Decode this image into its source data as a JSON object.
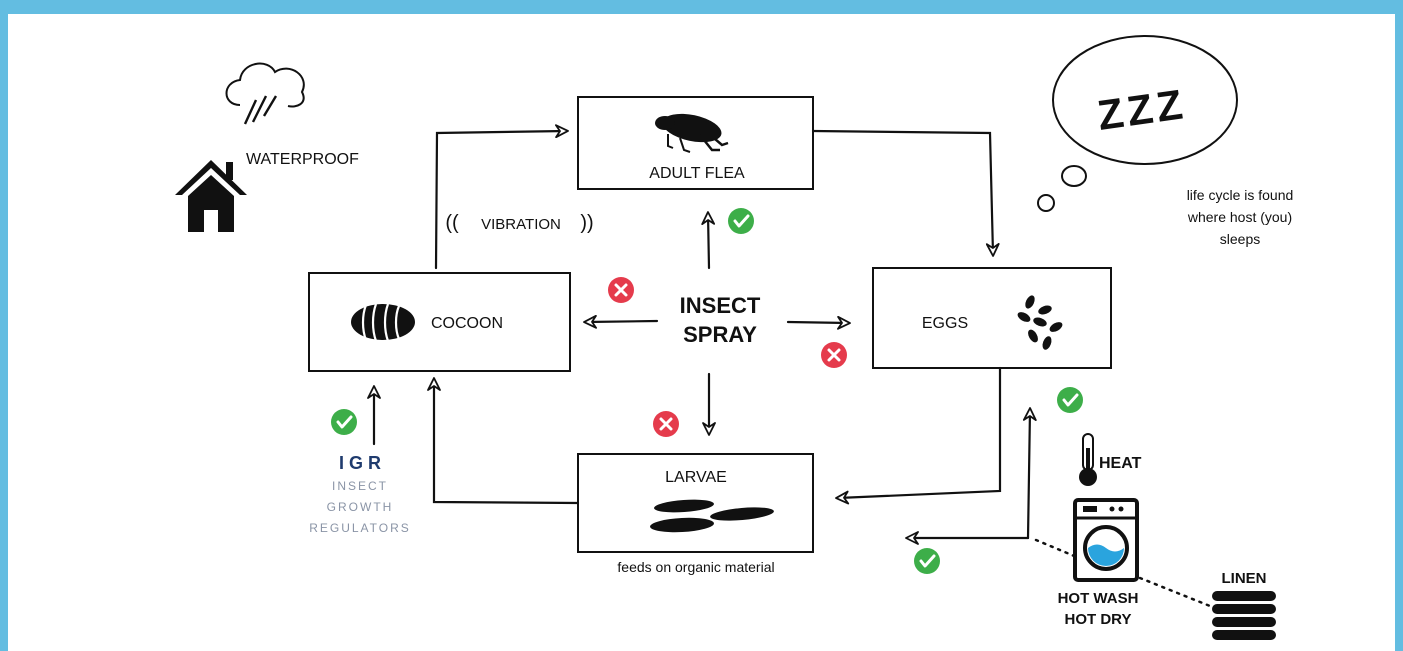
{
  "colors": {
    "frame": "#63bde1",
    "ink": "#111111",
    "check": "#3dae49",
    "cross": "#e53b4c",
    "igr_blue": "#1f3b6e",
    "igr_grey": "#8a94a6",
    "water_blue": "#2aa4de"
  },
  "stages": {
    "adult": "ADULT FLEA",
    "eggs": "EGGS",
    "larvae": "LARVAE",
    "cocoon": "COCOON"
  },
  "center": {
    "line1": "INSECT",
    "line2": "SPRAY"
  },
  "labels": {
    "waterproof": "WATERPROOF",
    "vibration": "VIBRATION",
    "vibration_left": "((",
    "vibration_right": "))",
    "larvae_note": "feeds on organic material",
    "sleep_text": "ZZZ",
    "sleep_line1": "life cycle is found",
    "sleep_line2": "where host (you)",
    "sleep_line3": "sleeps",
    "igr_title": "I G R",
    "igr_line1": "INSECT",
    "igr_line2": "GROWTH",
    "igr_line3": "REGULATORS",
    "heat": "HEAT",
    "hotwash_line1": "HOT WASH",
    "hotwash_line2": "HOT DRY",
    "linen": "LINEN"
  },
  "icons": {
    "cloud": "rain-cloud-icon",
    "house": "house-icon",
    "flea": "flea-icon",
    "cocoon": "cocoon-icon",
    "eggs": "eggs-icon",
    "larvae": "larvae-icon",
    "thermometer": "thermometer-icon",
    "washer": "washing-machine-icon",
    "linen": "linen-stack-icon",
    "check": "check-icon",
    "cross": "cross-icon"
  }
}
